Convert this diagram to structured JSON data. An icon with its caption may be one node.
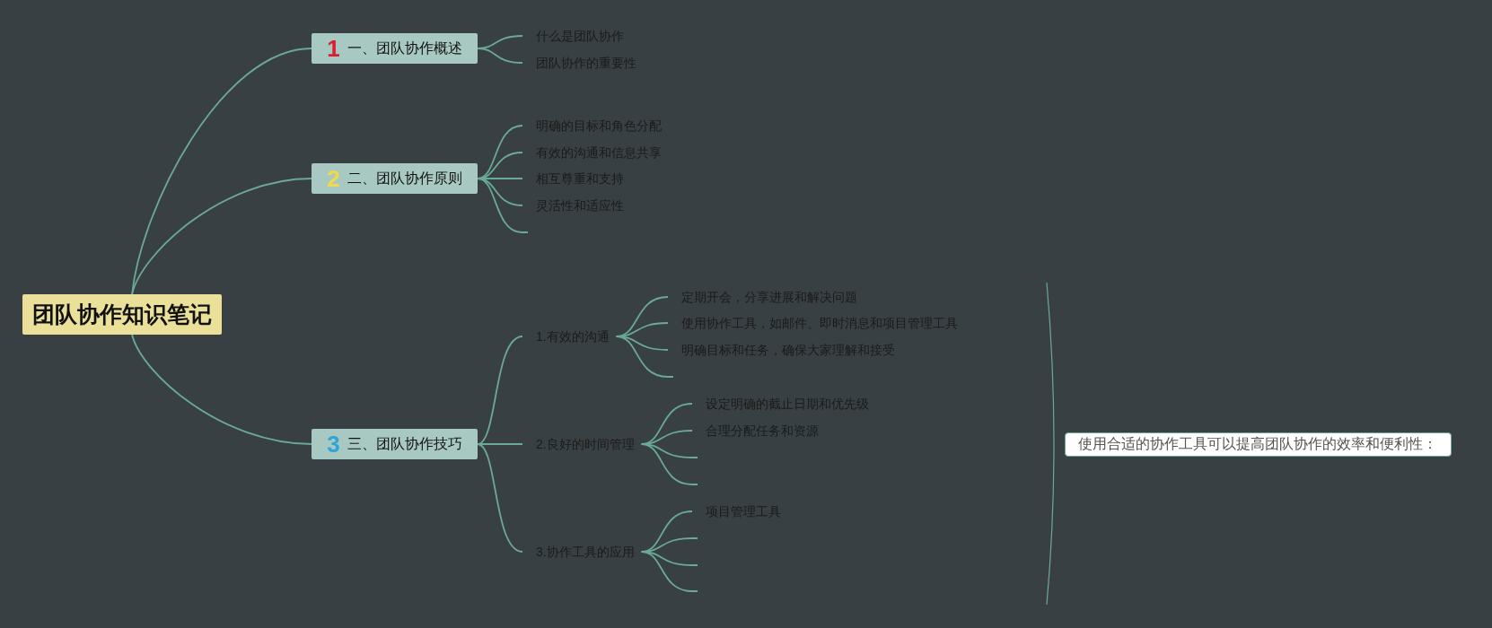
{
  "diagram": {
    "nodes": [
      {
        "text": [
          "团队协作知识笔记"
        ]
      },
      {
        "text": [
          "1",
          "一、团队协作概述"
        ]
      },
      {
        "text": [
          "什么是团队协作"
        ]
      },
      {
        "text": [
          "团队协作的重要性"
        ]
      },
      {
        "text": [
          "2",
          "二、团队协作原则"
        ]
      },
      {
        "text": [
          "明确的目标和角色分配"
        ]
      },
      {
        "text": [
          "有效的沟通和信息共享"
        ]
      },
      {
        "text": [
          "相互尊重和支持"
        ]
      },
      {
        "text": [
          "灵活性和适应性"
        ]
      },
      {
        "text": [],
        "shape": "line"
      },
      {
        "text": [
          "3",
          "三、团队协作技巧"
        ]
      },
      {
        "text": [
          "1.有效的沟通"
        ]
      },
      {
        "text": [
          "定期开会，分享进展和解决问题"
        ]
      },
      {
        "text": [
          "使用协作工具，如邮件、即时消息和项目管理工具"
        ]
      },
      {
        "text": [
          "明确目标和任务，确保大家理解和接受"
        ]
      },
      {
        "text": [],
        "shape": "line"
      },
      {
        "text": [
          "2.良好的时间管理"
        ]
      },
      {
        "text": [
          "设定明确的截止日期和优先级"
        ]
      },
      {
        "text": [
          "合理分配任务和资源"
        ]
      },
      {
        "text": [],
        "shape": "line"
      },
      {
        "text": [],
        "shape": "line"
      },
      {
        "text": [
          "3.协作工具的应用"
        ]
      },
      {
        "text": [
          "项目管理工具"
        ]
      },
      {
        "text": [],
        "shape": "line"
      },
      {
        "text": [],
        "shape": "line"
      },
      {
        "text": [],
        "shape": "line"
      },
      {
        "text": [
          "使用合适的协作工具可以提高团队协作的效率和便利性："
        ]
      }
    ],
    "edges": [
      {
        "from": 0,
        "to": 1,
        "arrow": "none"
      },
      {
        "from": 0,
        "to": 4,
        "arrow": "none"
      },
      {
        "from": 0,
        "to": 10,
        "arrow": "none"
      },
      {
        "from": 1,
        "to": 2,
        "arrow": "none"
      },
      {
        "from": 1,
        "to": 3,
        "arrow": "none"
      },
      {
        "from": 4,
        "to": 5,
        "arrow": "none"
      },
      {
        "from": 4,
        "to": 6,
        "arrow": "none"
      },
      {
        "from": 4,
        "to": 7,
        "arrow": "none"
      },
      {
        "from": 4,
        "to": 8,
        "arrow": "none"
      },
      {
        "from": 4,
        "to": 9,
        "arrow": "none"
      },
      {
        "from": 10,
        "to": 11,
        "arrow": "none"
      },
      {
        "from": 10,
        "to": 16,
        "arrow": "none"
      },
      {
        "from": 10,
        "to": 21,
        "arrow": "none"
      },
      {
        "from": 11,
        "to": 12,
        "arrow": "none"
      },
      {
        "from": 11,
        "to": 13,
        "arrow": "none"
      },
      {
        "from": 11,
        "to": 14,
        "arrow": "none"
      },
      {
        "from": 11,
        "to": 15,
        "arrow": "none"
      },
      {
        "from": 16,
        "to": 17,
        "arrow": "none"
      },
      {
        "from": 16,
        "to": 18,
        "arrow": "none"
      },
      {
        "from": 16,
        "to": 19,
        "arrow": "none"
      },
      {
        "from": 16,
        "to": 20,
        "arrow": "none"
      },
      {
        "from": 21,
        "to": 22,
        "arrow": "none"
      },
      {
        "from": 21,
        "to": 23,
        "arrow": "none"
      },
      {
        "from": 21,
        "to": 24,
        "arrow": "none"
      },
      {
        "from": 21,
        "to": 25,
        "arrow": "none"
      }
    ]
  }
}
